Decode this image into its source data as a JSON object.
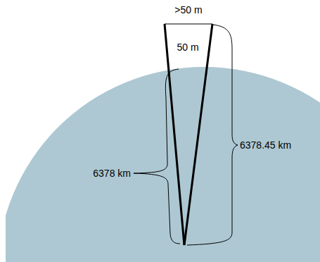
{
  "diagram": {
    "labels": [
      ">50 m",
      "50 m",
      "6378 km",
      "6378.45 km"
    ]
  }
}
